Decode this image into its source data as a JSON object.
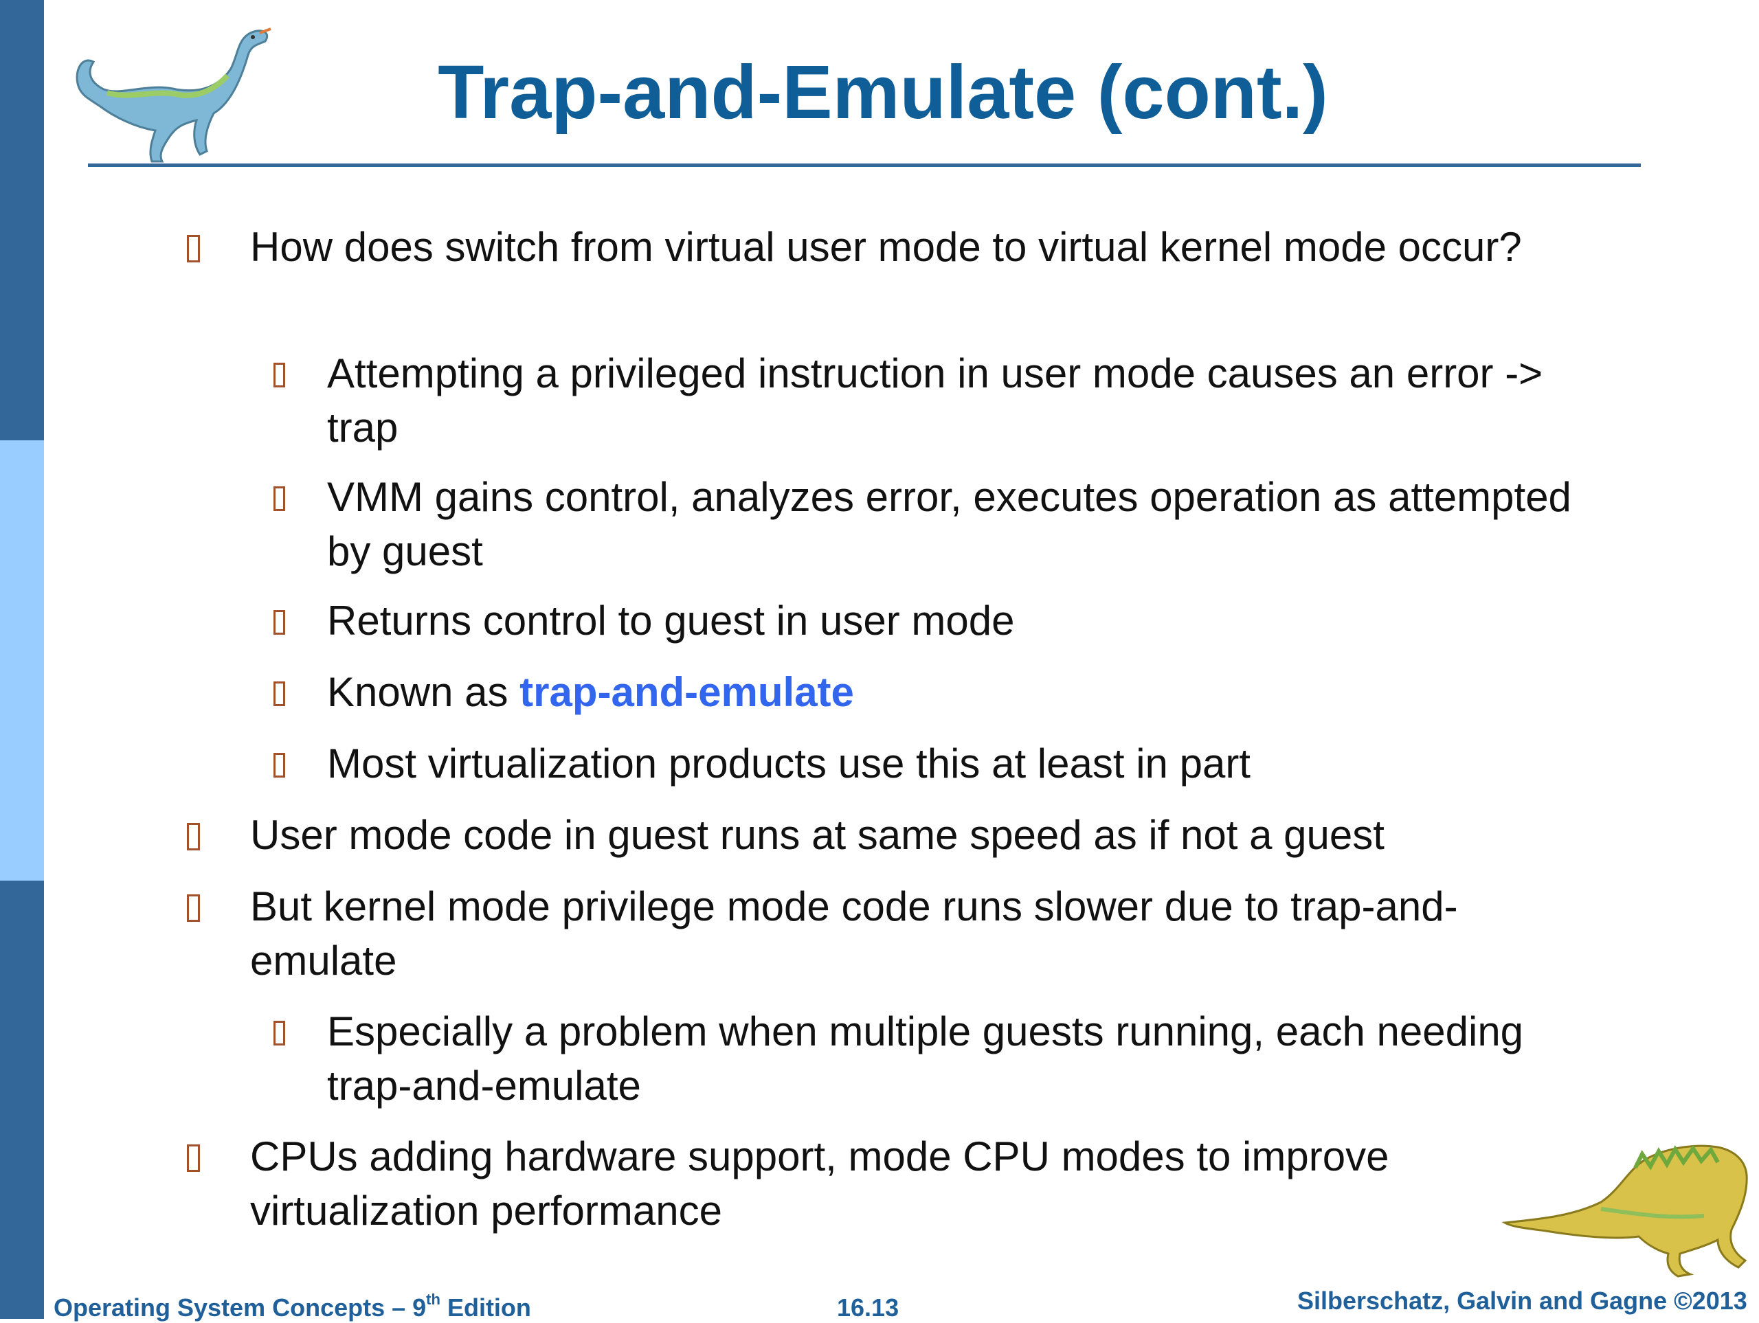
{
  "slide": {
    "title": "Trap-and-Emulate (cont.)",
    "bullets": [
      {
        "level": 1,
        "text": "How does switch from virtual user mode to virtual kernel mode occur?"
      },
      {
        "level": 2,
        "text": "Attempting a privileged instruction in user mode causes an error -> trap"
      },
      {
        "level": 2,
        "text": "VMM gains control, analyzes error, executes operation as attempted by guest"
      },
      {
        "level": 2,
        "text": "Returns control to guest in user mode"
      },
      {
        "level": 2,
        "text_before": "Known as ",
        "highlight": "trap-and-emulate"
      },
      {
        "level": 2,
        "text": "Most virtualization products use this at least in part"
      },
      {
        "level": 1,
        "text": "User mode code in guest runs at same speed as if not a guest"
      },
      {
        "level": 1,
        "text": "But kernel mode privilege mode code runs slower due to trap-and-emulate"
      },
      {
        "level": 2,
        "text": "Especially a problem when multiple guests running, each needing trap-and-emulate"
      },
      {
        "level": 1,
        "text": "CPUs adding hardware support, mode CPU modes to improve virtualization performance"
      }
    ]
  },
  "footer": {
    "book": "Operating System Concepts – 9",
    "book_sup": "th",
    "book_suffix": " Edition",
    "page": "16.13",
    "authors": "Silberschatz, Galvin and Gagne ©2013"
  },
  "colors": {
    "title": "#0f5e97",
    "sidebar_dark": "#336699",
    "sidebar_light": "#99ccff",
    "highlight": "#3366ee",
    "bullet_marker": "#a0522d",
    "footer": "#1f5f9a"
  },
  "icons": {
    "top_logo": "dinosaur-logo-icon",
    "bottom_logo": "dinosaur-logo-icon"
  }
}
